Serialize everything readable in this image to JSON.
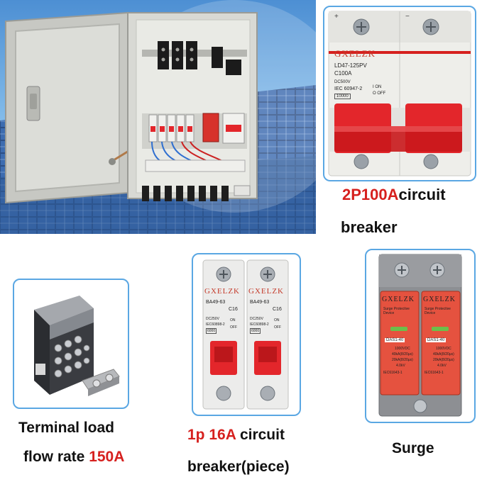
{
  "brand": "GXELZK",
  "breaker_2p": {
    "model": "LD47-125PV",
    "rating": "C100A",
    "voltage": "DC500V",
    "standard": "IEC 60947-2",
    "capacity": "10000",
    "on_label": "I ON",
    "off_label": "O OFF",
    "caption_highlight": "2P100A",
    "caption_rest": "circuit",
    "caption_line2": "breaker"
  },
  "breaker_1p": {
    "model": "BA49-63",
    "rating": "C16",
    "voltage": "DC250V",
    "standard": "IEC60898-2",
    "capacity": "6000",
    "on_label": "ON",
    "off_label": "OFF",
    "caption_highlight": "1p 16A",
    "caption_rest": "circuit",
    "caption_line2": "breaker(piece)"
  },
  "terminal": {
    "caption_line1": "Terminal load",
    "caption_line2_prefix": "flow rate",
    "caption_highlight": "150A"
  },
  "surge": {
    "title": "Surge Protective Device",
    "model": "DAS1-40",
    "uc": "1000VDC",
    "imax": "40kA(8/20μs)",
    "in": "20kA(8/20μs)",
    "up": "4.0kV",
    "standard": "IEC61643-1",
    "caption": "Surge"
  },
  "colors": {
    "accent_red": "#d6201e",
    "frame_blue": "#5aa7e3",
    "breaker_red": "#e3262b"
  }
}
